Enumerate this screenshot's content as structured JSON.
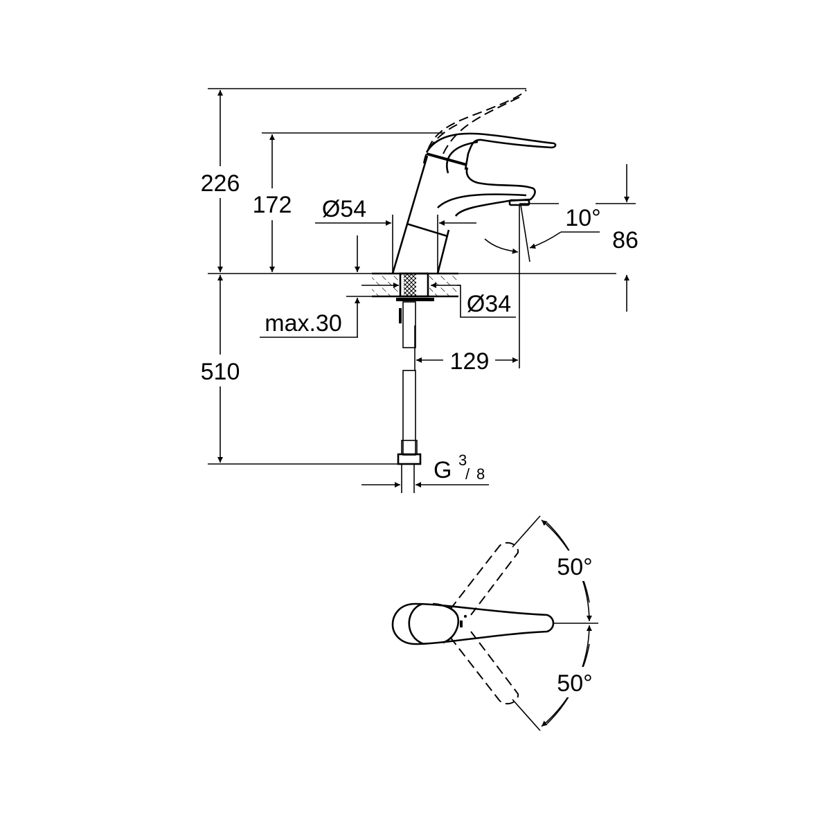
{
  "dimensions": {
    "total_height": "226",
    "body_height": "172",
    "base_diameter": "Ø54",
    "spout_angle": "10°",
    "spout_clearance": "86",
    "hole_diameter": "Ø34",
    "max_deck_thickness": "max.30",
    "hose_length": "510",
    "spout_reach": "129",
    "connection_thread_prefix": "G",
    "connection_thread_num": "3",
    "connection_thread_den": "8",
    "lever_angle_up": "50°",
    "lever_angle_down": "50°"
  },
  "colors": {
    "line": "#000000",
    "background": "#ffffff"
  }
}
